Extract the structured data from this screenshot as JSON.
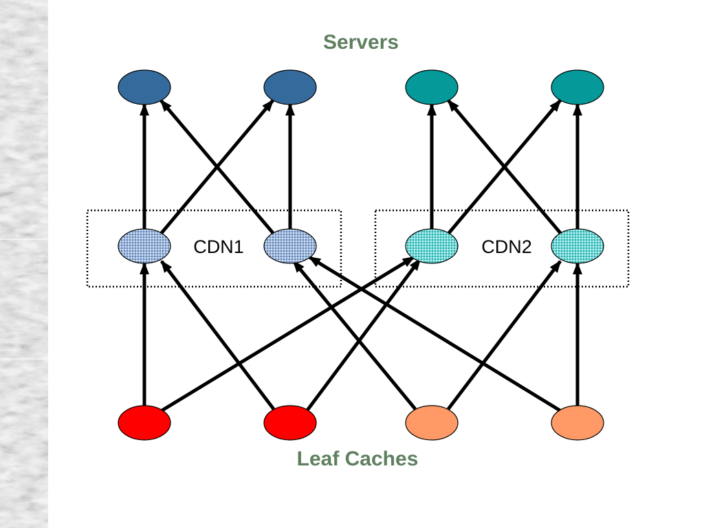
{
  "titles": {
    "top": "Servers",
    "bottom": "Leaf Caches"
  },
  "cdn_groups": [
    {
      "label": "CDN1"
    },
    {
      "label": "CDN2"
    }
  ],
  "colors": {
    "cdn1_server": "#356a9c",
    "cdn2_server": "#05999a",
    "cdn1_node": "#9db8dc",
    "cdn2_node": "#6fdad8",
    "leaf_red": "#ff0000",
    "leaf_orange": "#ff9966",
    "heading": "#5f7f5f"
  }
}
